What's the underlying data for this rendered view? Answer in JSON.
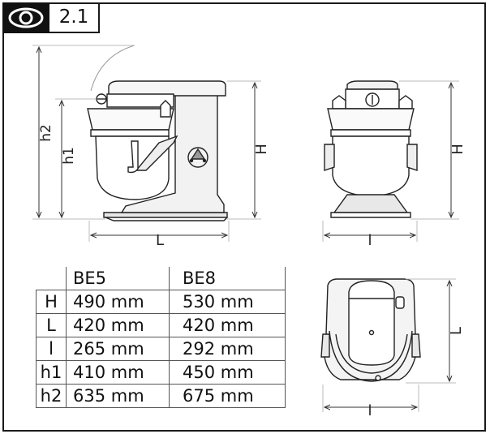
{
  "section": {
    "number": "2.1",
    "icon": "eye-icon"
  },
  "dimension_labels": {
    "h2": "h2",
    "h1": "h1",
    "H": "H",
    "L": "L",
    "l": "l"
  },
  "table": {
    "columns": [
      "BE5",
      "BE8"
    ],
    "rows": [
      {
        "label": "H",
        "values": [
          "490 mm",
          "530 mm"
        ]
      },
      {
        "label": "L",
        "values": [
          "420 mm",
          "420 mm"
        ]
      },
      {
        "label": "l",
        "values": [
          "265 mm",
          "292 mm"
        ]
      },
      {
        "label": "h1",
        "values": [
          "410 mm",
          "450 mm"
        ]
      },
      {
        "label": "h2",
        "values": [
          "635 mm",
          "675 mm"
        ]
      }
    ]
  }
}
